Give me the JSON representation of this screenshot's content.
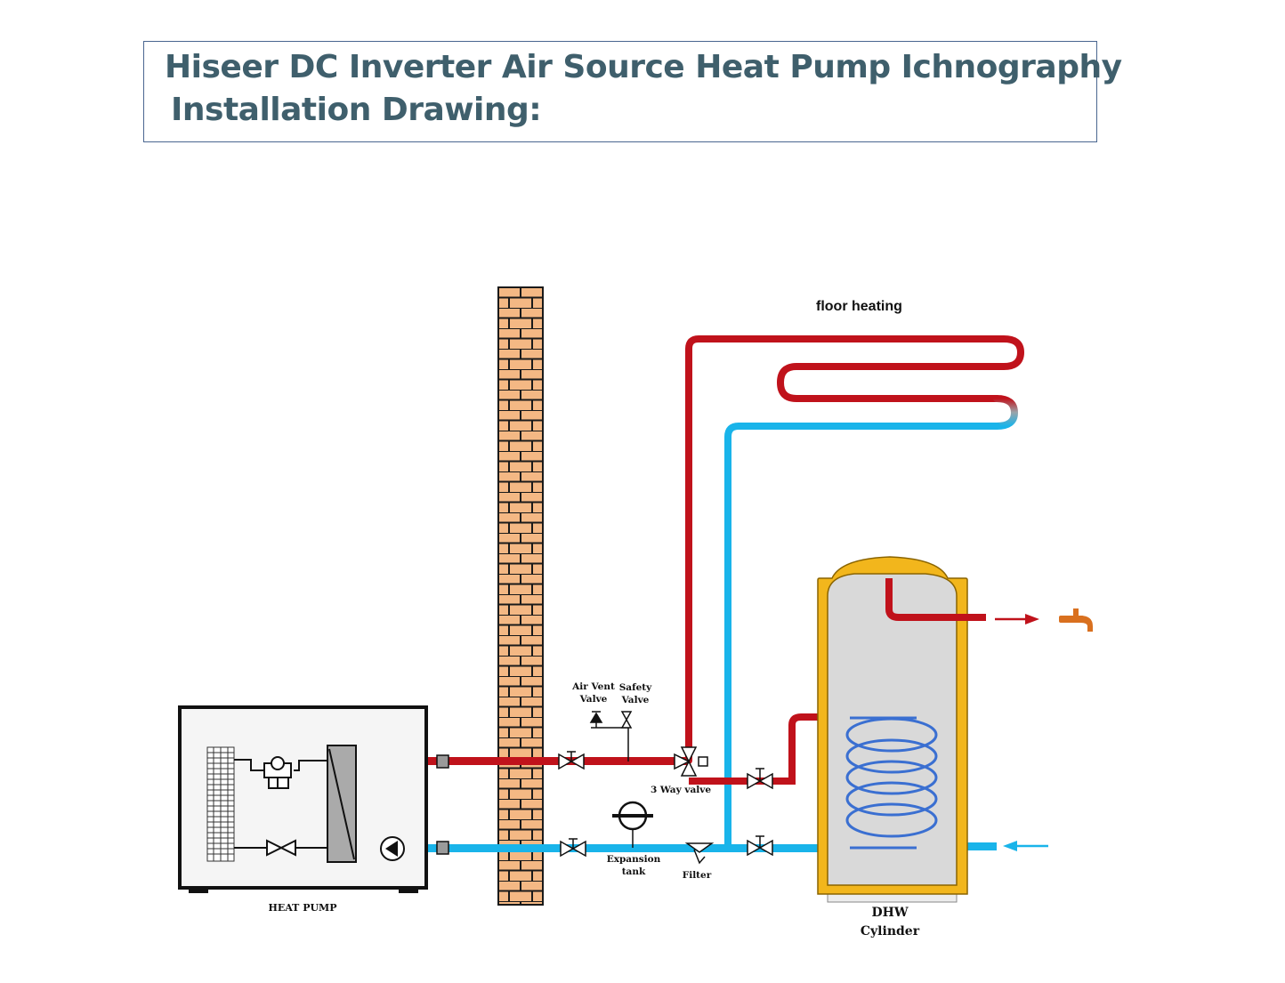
{
  "title": {
    "line1": "Hiseer DC Inverter Air Source Heat Pump Ichnography",
    "line2": "Installation Drawing:"
  },
  "labels": {
    "floor_heating": "floor heating",
    "air_vent_valve_1": "Air Vent",
    "air_vent_valve_2": "Valve",
    "safety_valve_1": "Safety",
    "safety_valve_2": "Valve",
    "three_way_valve": "3 Way valve",
    "expansion_tank_1": "Expansion",
    "expansion_tank_2": "tank",
    "filter": "Filter",
    "heat_pump": "HEAT PUMP",
    "dhw_1": "DHW",
    "dhw_2": "Cylinder"
  },
  "colors": {
    "hot_pipe": "#c0121b",
    "cold_pipe": "#19b4ea",
    "brick": "#f4b884",
    "tank_jacket": "#f2b61c",
    "tank_inner": "#d9d9d9",
    "coil": "#3a6fd1",
    "tap": "#d9701f",
    "title_text": "#3f5f6c",
    "title_border": "#4a6690"
  },
  "icons": [
    "faucet-icon",
    "pump-icon",
    "valve-icon",
    "expansion-tank-icon",
    "filter-icon",
    "three-way-valve-icon"
  ]
}
